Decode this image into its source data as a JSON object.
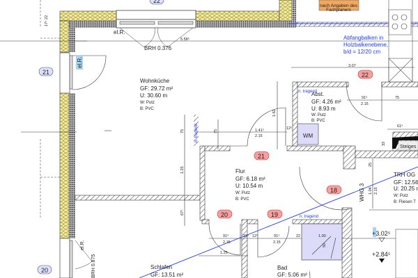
{
  "colors": {
    "insulation": "#f2eca0",
    "masonry": "#555555",
    "room_tag": "#f4a0a0",
    "axis_tag": "#dde0ff",
    "note_box": "#f0a860",
    "fixture": "#dcdcfa",
    "annotation_blue": "#1f3cff"
  },
  "note_box": {
    "line1": "nach Angaben des",
    "line2": "Fachplaners"
  },
  "beam_note": {
    "line1": "Abfangbalken in",
    "line2": "Holzbalkenebene,",
    "line3": "b/d = 12/20 cm"
  },
  "axis_tags": [
    "21",
    "20",
    "22"
  ],
  "room_tags": {
    "t22": "22",
    "t21": "21",
    "t20": "20",
    "t19": "19",
    "t18": "18"
  },
  "rooms": {
    "wohnkueche": {
      "name": "Wohnküche",
      "gf": "GF: 29.72 m²",
      "u": "U: 30.60 m",
      "w": "W: Putz",
      "b": "B: PVC"
    },
    "abst": {
      "name": "Abst.",
      "gf": "GF: 4.26 m²",
      "u": "U: 8.93 m",
      "w": "W: Putz",
      "b": "B: PVC"
    },
    "flur": {
      "name": "Flur",
      "gf": "GF: 6.18 m²",
      "u": "U: 10.54 m",
      "w": "W: Putz",
      "b": "B: PVC"
    },
    "trh": {
      "name": "TRH OG",
      "gf": "GF: 12.56",
      "u": "U: 20.25 m",
      "w": "W: Putz",
      "b": "B: Fliesen T"
    },
    "schlafen": {
      "name": "Schlafen",
      "gf": "GF: 13.51 m²"
    },
    "bad": {
      "name": "Bad",
      "gf": "GF: 5.06 m²"
    }
  },
  "labels": {
    "elr1": "el.R.",
    "elr2": "el.R.",
    "elr3": "el.R.",
    "brh1": "BRH 0.376",
    "brh2": "BRH 0.875",
    "wm": "WM",
    "whg": "WHG 3",
    "n_tragend1": "n. tragend",
    "n_tragend2": "n. tragend",
    "n_tragend3": "n. tragend",
    "steiges": "Steiges",
    "level1": "+3.02⁵",
    "level2": "+2.84⁵"
  },
  "dims": {
    "d17_22": "17⁵ 22",
    "d558": "5.58⁵",
    "d307": "3.07",
    "d91a": "91⁵",
    "d215a": "2.15",
    "d75a": "75",
    "d61": "61⁵",
    "d141": "1.41⁵",
    "d215b": "2.15",
    "d12a": "12⁵",
    "d162": "1.62",
    "d75b": "75",
    "d75c": "75",
    "d125v": "1.25",
    "d67": "67⁵",
    "d33": "33",
    "d25": "25",
    "d104": "1.04",
    "d215c": "2.15",
    "d91b": "91⁵",
    "d215d": "2.15",
    "d11": "11⁵",
    "d12b": "12⁵",
    "d91c": "91⁵",
    "d215e": "2.15",
    "d22": "22",
    "d100": "1.00",
    "d50": "50",
    "d125h": "1.25"
  }
}
